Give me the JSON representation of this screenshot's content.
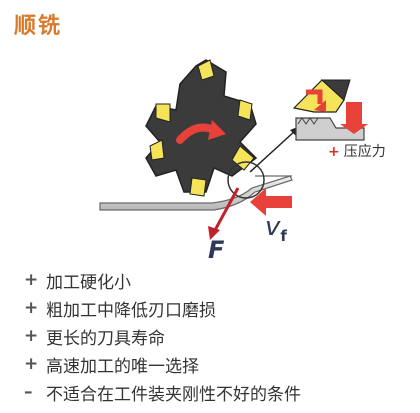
{
  "title": "顺铣",
  "diagram": {
    "force_label": "F",
    "feed_label": "v",
    "feed_sub": "f",
    "pressure_text": "压应力",
    "pressure_sign": "+",
    "colors": {
      "cutter": "#3a3a3a",
      "insert": "#f5e35a",
      "arrow": "#e8413a",
      "workpiece": "#d8d8d8"
    }
  },
  "features": [
    {
      "sign": "+",
      "text": "加工硬化小"
    },
    {
      "sign": "+",
      "text": "粗加工中降低刃口磨损"
    },
    {
      "sign": "+",
      "text": "更长的刀具寿命"
    },
    {
      "sign": "+",
      "text": "高速加工的唯一选择"
    },
    {
      "sign": "–",
      "text": "不适合在工件装夹刚性不好的条件"
    }
  ]
}
